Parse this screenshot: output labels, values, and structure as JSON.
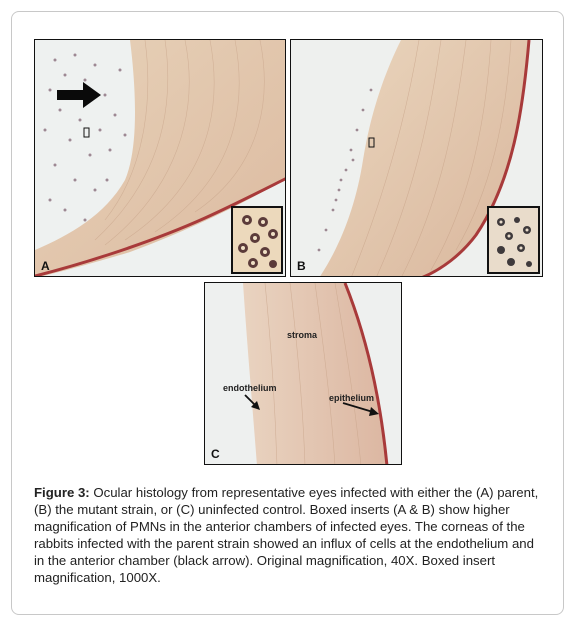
{
  "panels": {
    "a": {
      "label": "A"
    },
    "b": {
      "label": "B"
    },
    "c": {
      "label": "C",
      "annotations": {
        "stroma": "stroma",
        "endothelium": "endothelium",
        "epithelium": "epithelium"
      }
    }
  },
  "caption": {
    "label": "Figure 3:",
    "text": " Ocular histology from representative eyes infected with either the (A) parent, (B) the mutant strain, or (C) uninfected control.  Boxed inserts (A & B) show higher magnification of PMNs in the anterior chambers of infected eyes.  The corneas of the rabbits infected with the parent strain showed an influx of cells at the endothelium and in the anterior chamber (black arrow).  Original magnification, 40X.  Boxed insert magnification, 1000X."
  }
}
